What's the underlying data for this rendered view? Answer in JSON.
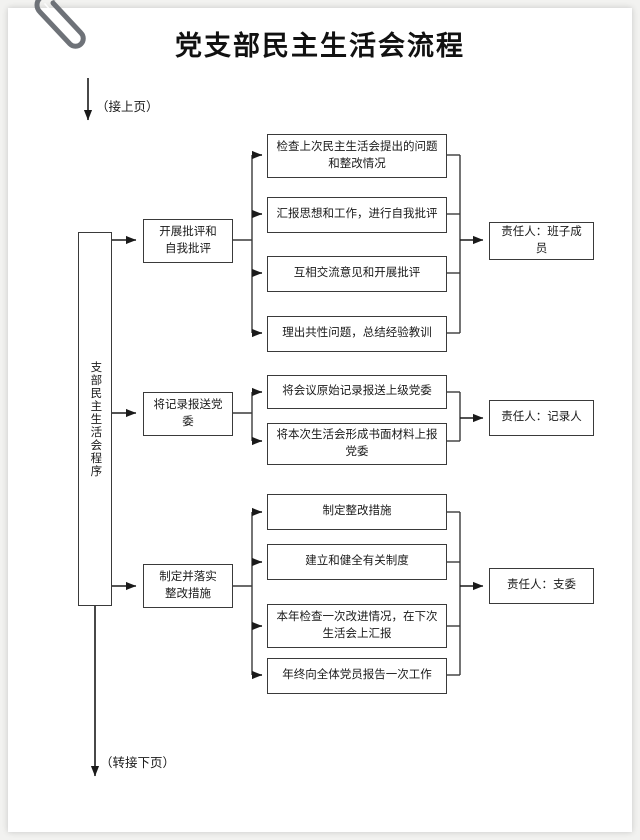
{
  "document": {
    "title": "党支部民主生活会流程",
    "clip_icon": "paperclip-icon"
  },
  "notes": {
    "top": "（接上页）",
    "bottom": "（转接下页）"
  },
  "spine": {
    "label": "支部民主生活会程序"
  },
  "stages": [
    {
      "id": "stage-criticism",
      "label": "开展批评和\n自我批评",
      "label_line1": "开展批评和",
      "label_line2": "自我批评",
      "details": [
        {
          "text_line1": "检查上次民主生活会提出的问题",
          "text_line2": "和整改情况"
        },
        {
          "text_line1": "汇报思想和工作，进行自我批评",
          "text_line2": ""
        },
        {
          "text_line1": "互相交流意见和开展批评",
          "text_line2": ""
        },
        {
          "text_line1": "理出共性问题，总结经验教训",
          "text_line2": ""
        }
      ],
      "owner": "责任人：班子成员"
    },
    {
      "id": "stage-report",
      "label_line1": "将记录报送党",
      "label_line2": "委",
      "details": [
        {
          "text_line1": "将会议原始记录报送上级党委",
          "text_line2": ""
        },
        {
          "text_line1": "将本次生活会形成书面材料上报",
          "text_line2": "党委"
        }
      ],
      "owner": "责任人：记录人"
    },
    {
      "id": "stage-rectify",
      "label_line1": "制定并落实",
      "label_line2": "整改措施",
      "details": [
        {
          "text_line1": "制定整改措施",
          "text_line2": ""
        },
        {
          "text_line1": "建立和健全有关制度",
          "text_line2": ""
        },
        {
          "text_line1": "本年检查一次改进情况，在下次",
          "text_line2": "生活会上汇报"
        },
        {
          "text_line1": "年终向全体党员报告一次工作",
          "text_line2": ""
        }
      ],
      "owner": "责任人：支委"
    }
  ],
  "colors": {
    "line": "#3a3a3a",
    "text": "#1a1a1a",
    "paper": "#ffffff",
    "backdrop": "#f2f2f0"
  }
}
